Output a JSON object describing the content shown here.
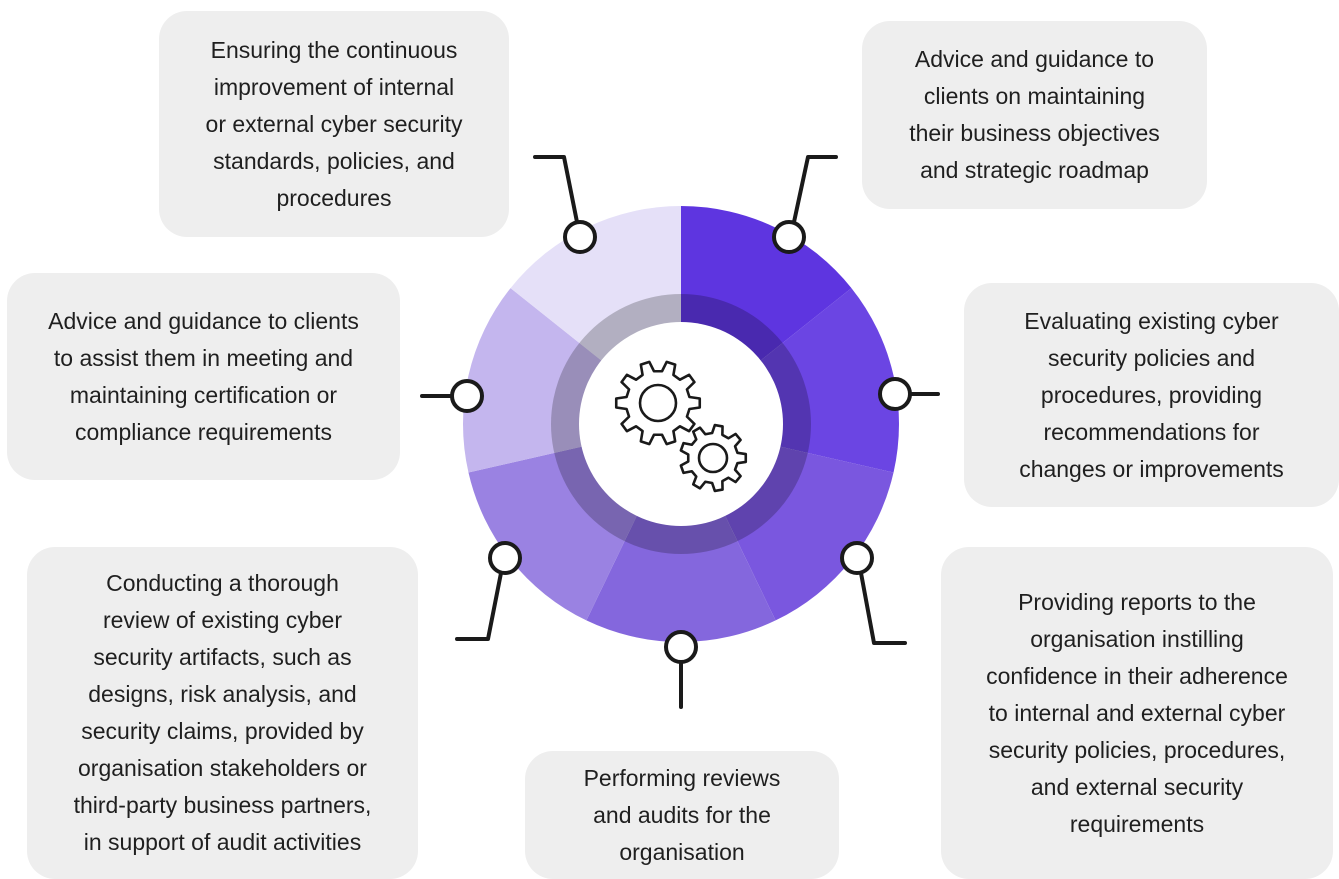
{
  "center": {
    "icon": "gears-icon"
  },
  "colors": {
    "card_bg": "#eeeeee",
    "connector": "#1a1a1a",
    "segments": [
      "#5e35e0",
      "#6b45e3",
      "#7a57df",
      "#8467dd",
      "#9a82e2",
      "#c4b6ee",
      "#e5e0f8"
    ]
  },
  "items": [
    {
      "id": "continuous-improvement",
      "text": "Ensuring the continuous\nimprovement of internal\nor external cyber security\nstandards, policies, and\nprocedures"
    },
    {
      "id": "business-objectives",
      "text": "Advice and guidance to\nclients on maintaining\ntheir business objectives\nand strategic roadmap"
    },
    {
      "id": "certification-compliance",
      "text": "Advice and guidance to clients\nto assist them in meeting and\nmaintaining certification or\ncompliance requirements"
    },
    {
      "id": "evaluating-policies",
      "text": "Evaluating existing cyber\nsecurity policies and\nprocedures, providing\nrecommendations for\nchanges or improvements"
    },
    {
      "id": "artifact-review",
      "text": "Conducting a thorough\nreview of existing cyber\nsecurity artifacts, such as\ndesigns, risk analysis, and\nsecurity claims, provided by\norganisation stakeholders or\nthird-party business partners,\nin support of audit activities"
    },
    {
      "id": "reports-confidence",
      "text": "Providing reports to the\norganisation instilling\nconfidence in their adherence\nto internal and external cyber\nsecurity policies, procedures,\nand external security\nrequirements"
    },
    {
      "id": "reviews-audits",
      "text": "Performing reviews\nand audits for the\norganisation"
    }
  ]
}
